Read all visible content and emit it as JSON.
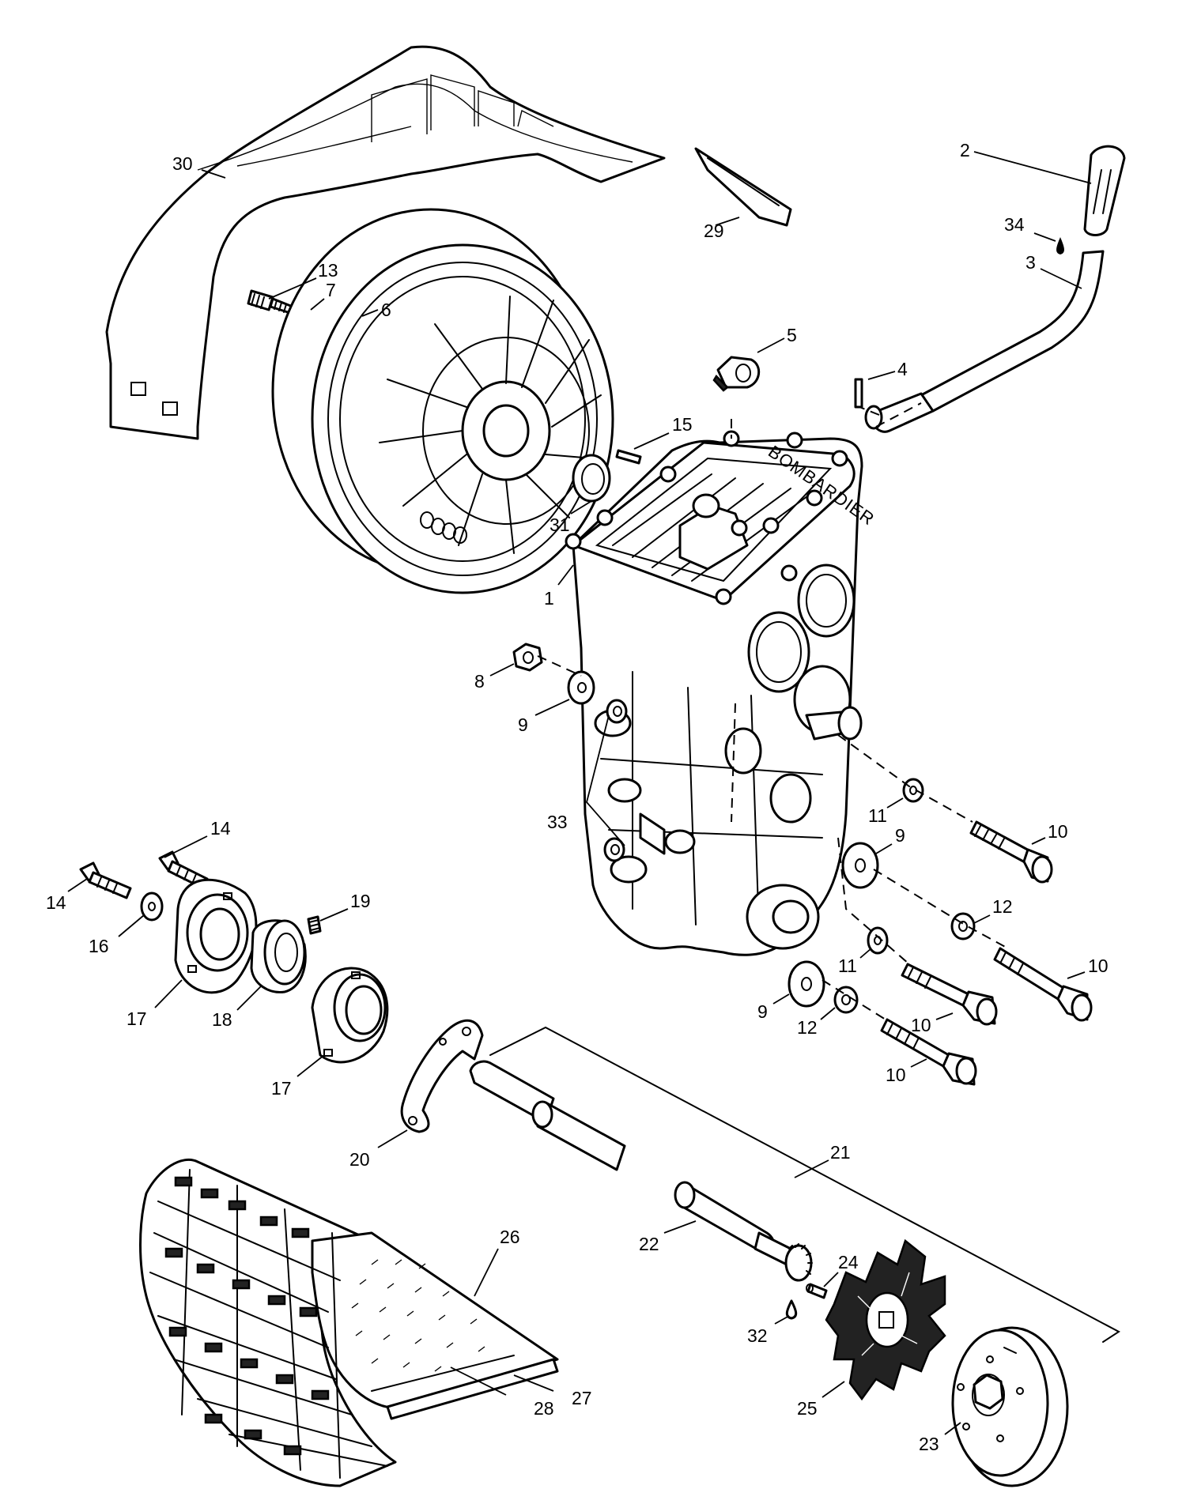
{
  "diagram": {
    "brand_text": "BOMBARDIER",
    "callouts": [
      {
        "id": "c1",
        "text": "1"
      },
      {
        "id": "c2",
        "text": "2"
      },
      {
        "id": "c3",
        "text": "3"
      },
      {
        "id": "c4",
        "text": "4"
      },
      {
        "id": "c5",
        "text": "5"
      },
      {
        "id": "c6",
        "text": "6"
      },
      {
        "id": "c7",
        "text": "7"
      },
      {
        "id": "c8",
        "text": "8"
      },
      {
        "id": "c9a",
        "text": "9"
      },
      {
        "id": "c9b",
        "text": "9"
      },
      {
        "id": "c9c",
        "text": "9"
      },
      {
        "id": "c10a",
        "text": "10"
      },
      {
        "id": "c10b",
        "text": "10"
      },
      {
        "id": "c10c",
        "text": "10"
      },
      {
        "id": "c10d",
        "text": "10"
      },
      {
        "id": "c11a",
        "text": "11"
      },
      {
        "id": "c11b",
        "text": "11"
      },
      {
        "id": "c12a",
        "text": "12"
      },
      {
        "id": "c12b",
        "text": "12"
      },
      {
        "id": "c13",
        "text": "13"
      },
      {
        "id": "c14a",
        "text": "14"
      },
      {
        "id": "c14b",
        "text": "14"
      },
      {
        "id": "c15",
        "text": "15"
      },
      {
        "id": "c16",
        "text": "16"
      },
      {
        "id": "c17a",
        "text": "17"
      },
      {
        "id": "c17b",
        "text": "17"
      },
      {
        "id": "c18",
        "text": "18"
      },
      {
        "id": "c19",
        "text": "19"
      },
      {
        "id": "c20",
        "text": "20"
      },
      {
        "id": "c21",
        "text": "21"
      },
      {
        "id": "c22",
        "text": "22"
      },
      {
        "id": "c23",
        "text": "23"
      },
      {
        "id": "c24",
        "text": "24"
      },
      {
        "id": "c25",
        "text": "25"
      },
      {
        "id": "c26",
        "text": "26"
      },
      {
        "id": "c27",
        "text": "27"
      },
      {
        "id": "c28",
        "text": "28"
      },
      {
        "id": "c29",
        "text": "29"
      },
      {
        "id": "c30",
        "text": "30"
      },
      {
        "id": "c31",
        "text": "31"
      },
      {
        "id": "c32",
        "text": "32"
      },
      {
        "id": "c33",
        "text": "33"
      },
      {
        "id": "c34",
        "text": "34"
      }
    ]
  }
}
